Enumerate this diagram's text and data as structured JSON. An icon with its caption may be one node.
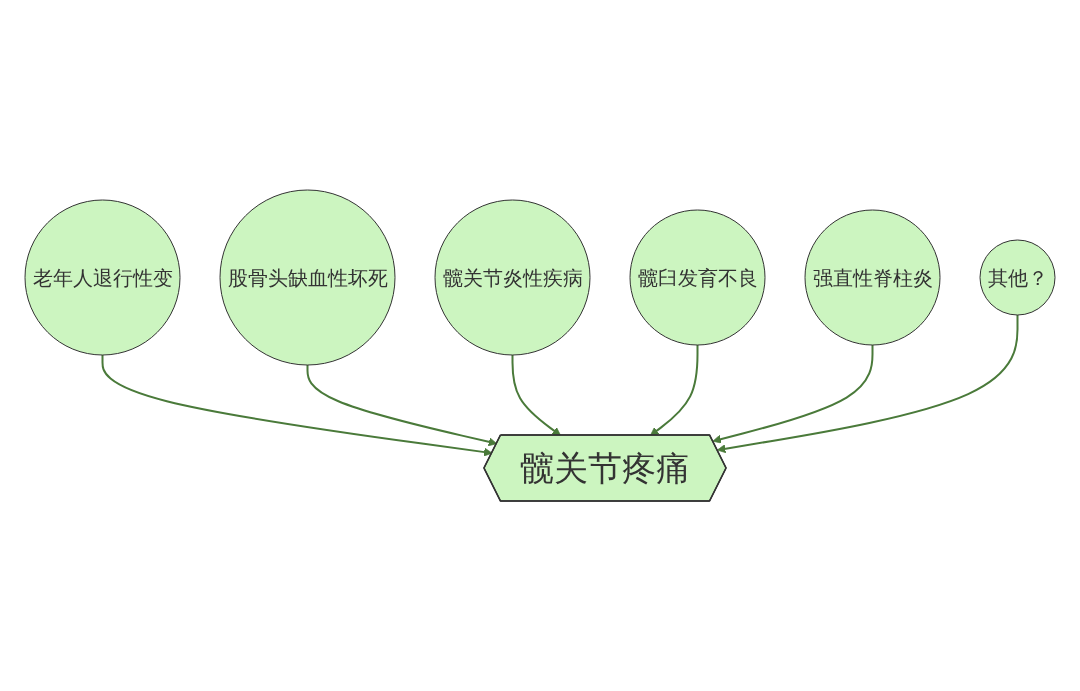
{
  "diagram": {
    "nodes": [
      {
        "text": [
          "老年人退行性变"
        ]
      },
      {
        "text": [
          "股骨头缺血性坏死"
        ]
      },
      {
        "text": [
          "髋关节炎性疾病"
        ]
      },
      {
        "text": [
          "髋关节疼痛"
        ]
      },
      {
        "text": [
          "髋臼发育不良"
        ]
      },
      {
        "text": [
          "强直性脊柱炎"
        ]
      },
      {
        "text": [
          "其他？"
        ]
      }
    ],
    "edges": [
      {
        "from": 0,
        "to": 3,
        "arrow": "to"
      },
      {
        "from": 1,
        "to": 3,
        "arrow": "to"
      },
      {
        "from": 2,
        "to": 3,
        "arrow": "to"
      },
      {
        "from": 4,
        "to": 3,
        "arrow": "to"
      },
      {
        "from": 5,
        "to": 3,
        "arrow": "to"
      },
      {
        "from": 6,
        "to": 3,
        "arrow": "to"
      }
    ]
  }
}
